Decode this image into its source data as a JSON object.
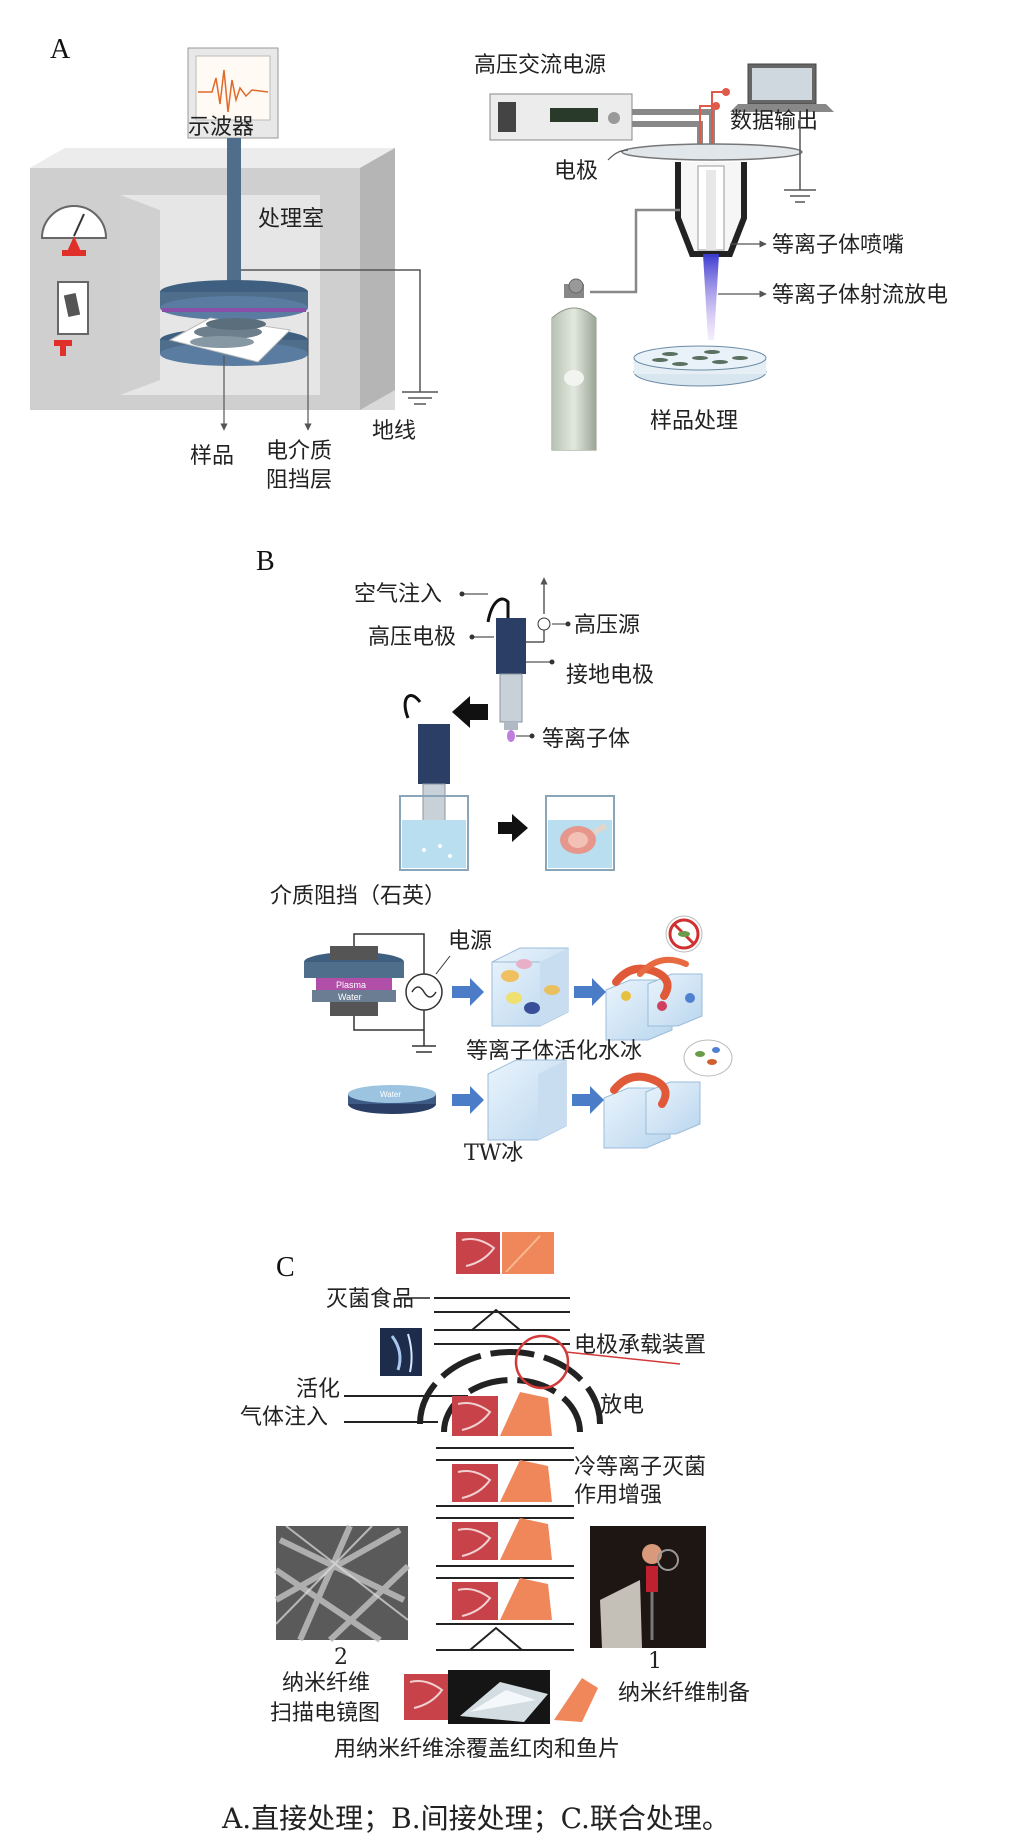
{
  "panel_a": {
    "letter": "A",
    "labels": {
      "oscilloscope": "示波器",
      "chamber": "处理室",
      "sample": "样品",
      "dielectric_1": "电介质",
      "dielectric_2": "阻挡层",
      "ground": "地线",
      "hv_ac": "高压交流电源",
      "data_output": "数据输出",
      "electrode": "电极",
      "nozzle": "等离子体喷嘴",
      "jet_discharge": "等离子体射流放电",
      "sample_treatment": "样品处理"
    }
  },
  "panel_b": {
    "letter": "B",
    "labels": {
      "air_inlet": "空气注入",
      "hv_electrode": "高压电极",
      "hv_source": "高压源",
      "ground_electrode": "接地电极",
      "plasma": "等离子体",
      "dielectric_quartz": "介质阻挡（石英）",
      "power": "电源",
      "plasma_ice": "等离子体活化水冰",
      "tw_ice": "TW冰",
      "plasma_word": "Plasma",
      "water_word": "Water"
    }
  },
  "panel_c": {
    "letter": "C",
    "labels": {
      "sterilized_food": "灭菌食品",
      "electrode_carrier": "电极承载装置",
      "activated_1": "活化",
      "activated_2": "气体注入",
      "discharge": "放电",
      "enhanced_1": "冷等离子灭菌",
      "enhanced_2": "作用增强",
      "num_2": "2",
      "num_1": "1",
      "sem_1": "纳米纤维",
      "sem_2": "扫描电镜图",
      "fiber_prep": "纳米纤维制备",
      "coating": "用纳米纤维涂覆盖红肉和鱼片"
    }
  },
  "caption": "A.直接处理；B.间接处理；C.联合处理。",
  "colors": {
    "steel_blue": "#4f6e8c",
    "dark_navy": "#2b3f66",
    "plasma_purple": "#7d5fc0",
    "meat_red": "#c8424a",
    "fish_orange": "#f0875a",
    "ice_blue": "#cfe4f5",
    "ring_red": "#d23a3a"
  }
}
